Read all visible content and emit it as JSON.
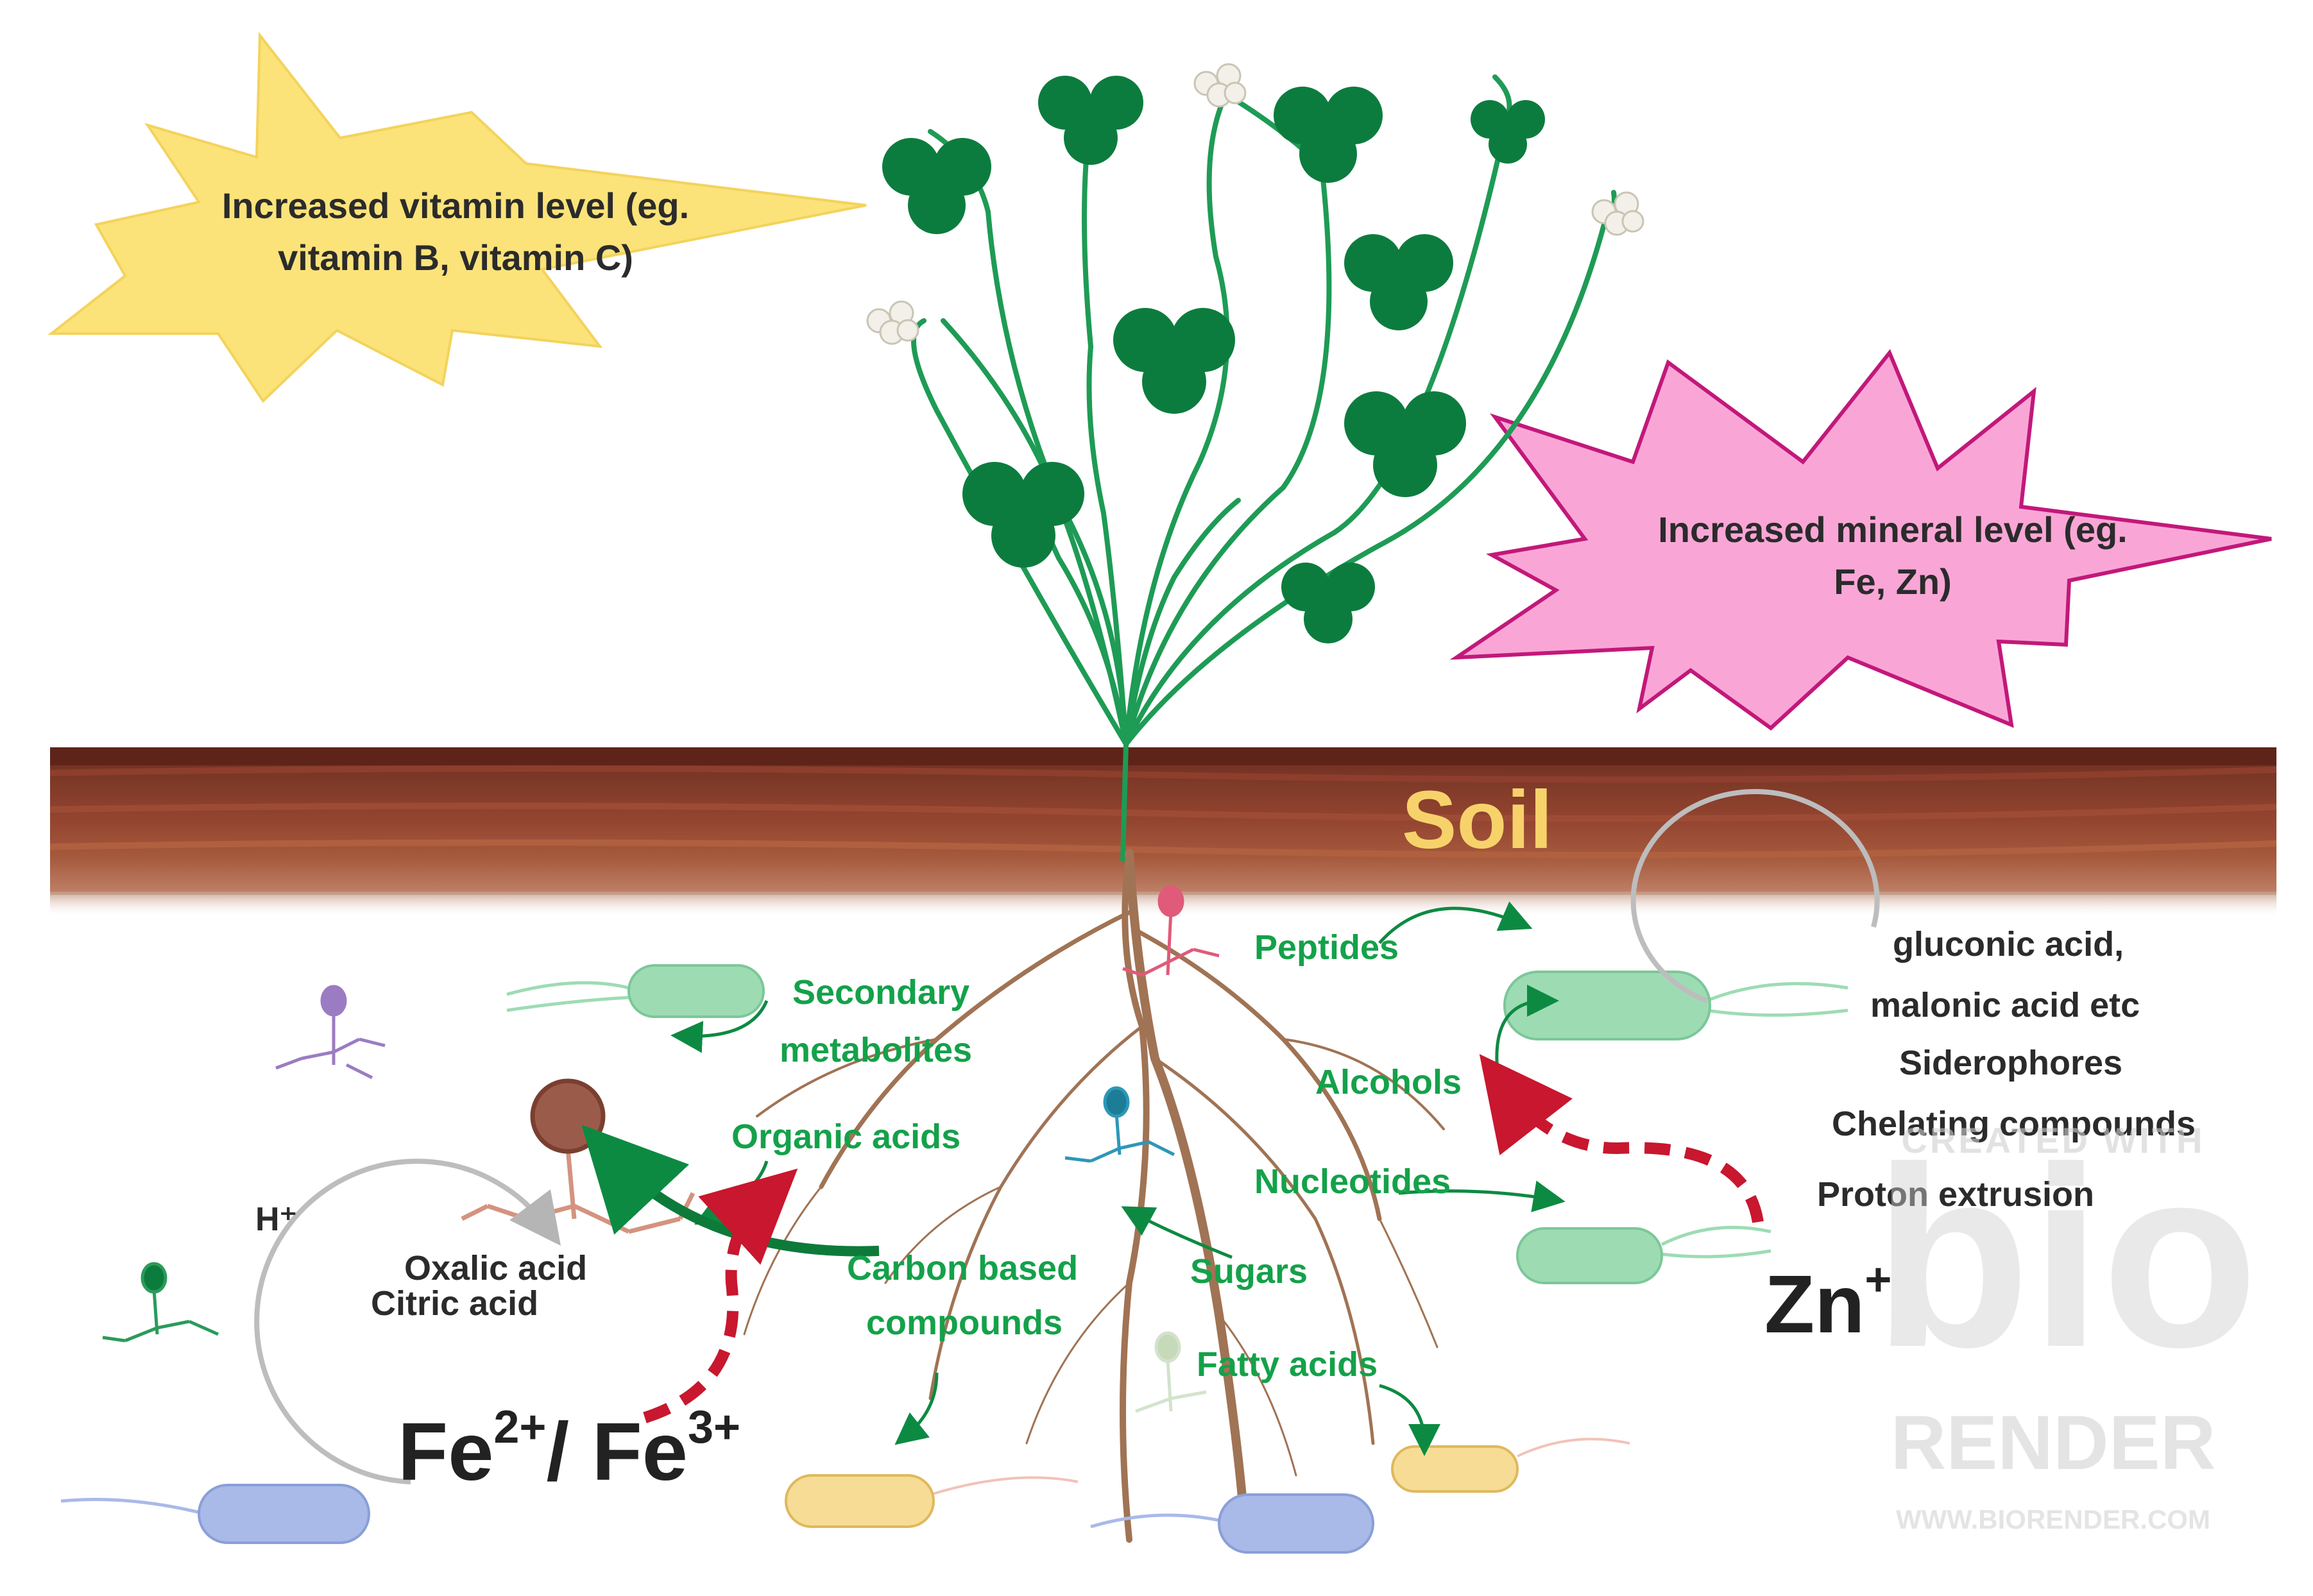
{
  "vitamin_burst": {
    "line1": "Increased vitamin level (eg.",
    "line2": "vitamin B, vitamin C)",
    "color": "#fbe37a"
  },
  "mineral_burst": {
    "line1": "Increased mineral level (eg.",
    "line2": "Fe, Zn)",
    "color": "#f9a6d6"
  },
  "soil": {
    "label": "Soil"
  },
  "root_exudates": {
    "secondary_metabolites_1": "Secondary",
    "secondary_metabolites_2": "metabolites",
    "organic_acids": "Organic acids",
    "carbon_based_1": "Carbon based",
    "carbon_based_2": "compounds",
    "peptides": "Peptides",
    "alcohols": "Alcohols",
    "nucleotides": "Nucleotides",
    "sugars": "Sugars",
    "fatty_acids": "Fatty acids"
  },
  "fe_cycle": {
    "proton": "H⁺",
    "oxalic": "Oxalic acid",
    "citric": "Citric acid",
    "fe2": "Fe",
    "fe2_sup": "2+",
    "slash": "/ ",
    "fe3": "Fe",
    "fe3_sup": "3+"
  },
  "zn_cycle": {
    "gluconic": "gluconic acid,",
    "malonic": "malonic acid etc",
    "siderophores": "Siderophores",
    "chelating": "Chelating compounds",
    "proton_extrusion": "Proton extrusion",
    "zn": "Zn",
    "zn_sup": "+"
  },
  "watermark": {
    "created_with": "CREATED WITH",
    "bio": "bio",
    "render": "RENDER",
    "url": "WWW.BIORENDER.COM"
  },
  "colors": {
    "exudate_green": "#14a14a",
    "plant_green": "#0b7a3b",
    "soil_dark": "#7a3526",
    "soil_light": "#b0684a",
    "arrow_red": "#c8172e"
  }
}
